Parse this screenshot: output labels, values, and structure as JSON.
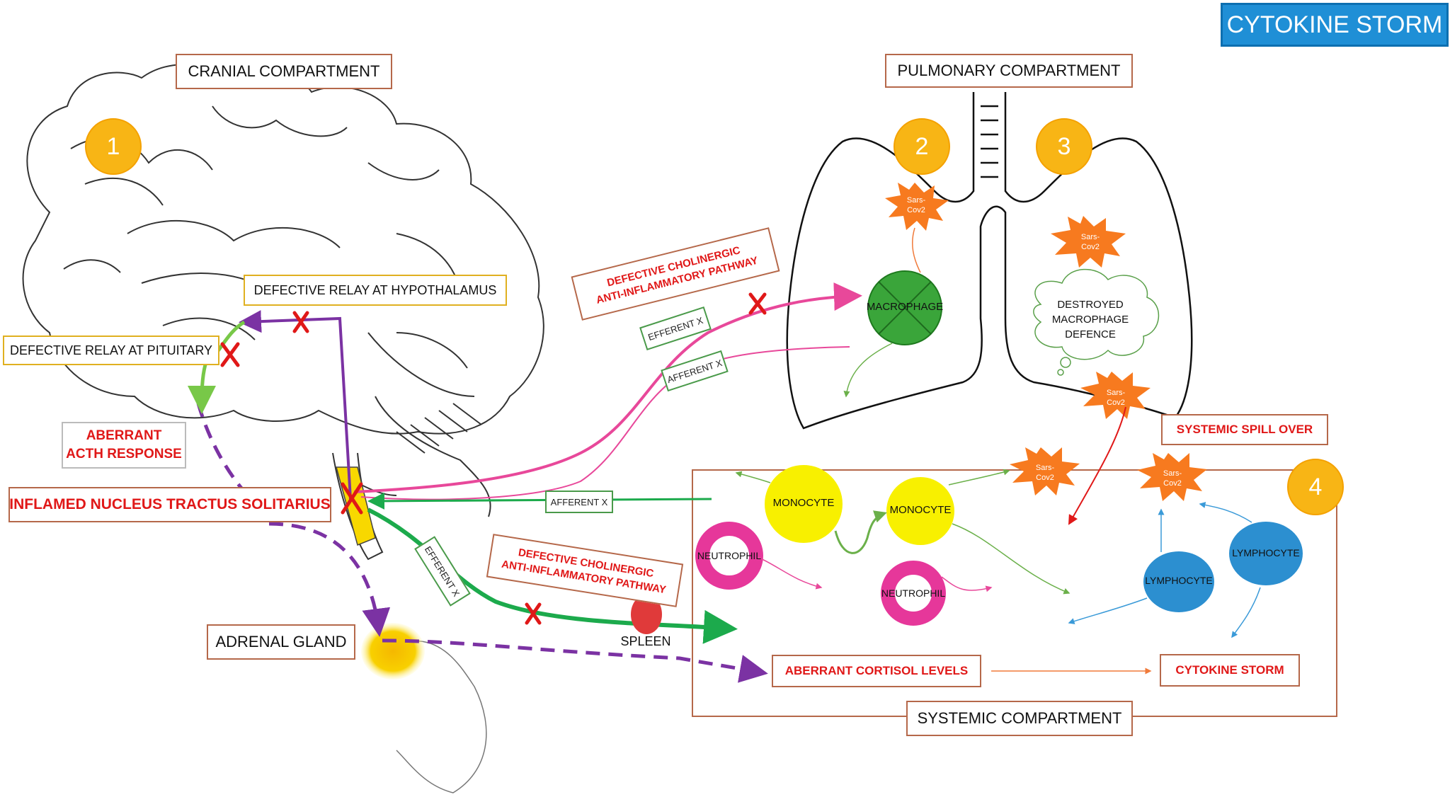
{
  "title": "CYTOKINE STORM",
  "compartments": {
    "cranial": "CRANIAL COMPARTMENT",
    "pulmonary": "PULMONARY COMPARTMENT",
    "systemic": "SYSTEMIC COMPARTMENT"
  },
  "markers": [
    "1",
    "2",
    "3",
    "4"
  ],
  "brain": {
    "hypothalamus": "DEFECTIVE RELAY AT HYPOTHALAMUS",
    "pituitary": "DEFECTIVE RELAY AT PITUITARY",
    "acth": [
      "ABERRANT",
      "ACTH RESPONSE"
    ],
    "nts": "INFLAMED NUCLEUS TRACTUS SOLITARIUS",
    "adrenal": "ADRENAL GLAND"
  },
  "pathway_labels": {
    "cholinergic_upper": [
      "DEFECTIVE CHOLINERGIC",
      "ANTI-INFLAMMATORY PATHWAY"
    ],
    "cholinergic_lower": [
      "DEFECTIVE CHOLINERGIC",
      "ANTI-INFLAMMATORY PATHWAY"
    ],
    "efferent_upper": "EFFERENT X",
    "afferent_upper": "AFFERENT X",
    "afferent_systemic": "AFFERENT X",
    "efferent_lower": "EFFERENT X",
    "spleen": "SPLEEN"
  },
  "lungs": {
    "virus": [
      "Sars-",
      "Cov2"
    ],
    "macrophage": "MACROPHAGE",
    "destroyed": [
      "DESTROYED",
      "MACROPHAGE",
      "DEFENCE"
    ]
  },
  "systemic": {
    "spill": "SYSTEMIC SPILL OVER",
    "monocyte": "MONOCYTE",
    "neutrophil": "NEUTROPHIL",
    "lymphocyte": "LYMPHOCYTE",
    "cortisol": "ABERRANT CORTISOL LEVELS",
    "storm": "CYTOKINE STORM"
  },
  "colors": {
    "brown_border": "#b5684a",
    "gold_border": "#e0b020",
    "label_red": "#e01818",
    "title_blue": "#1f8fd6",
    "marker_orange": "#f8b515",
    "virus_orange": "#f77a1f",
    "macrophage_green": "#3aa53a",
    "monocyte_yellow": "#f8f000",
    "neutrophil_pink": "#e6379a",
    "lymphocyte_blue": "#2c8fd0",
    "pathway_purple": "#7b32a3",
    "pathway_green": "#1caa4c",
    "pathway_pink": "#e8489a"
  }
}
